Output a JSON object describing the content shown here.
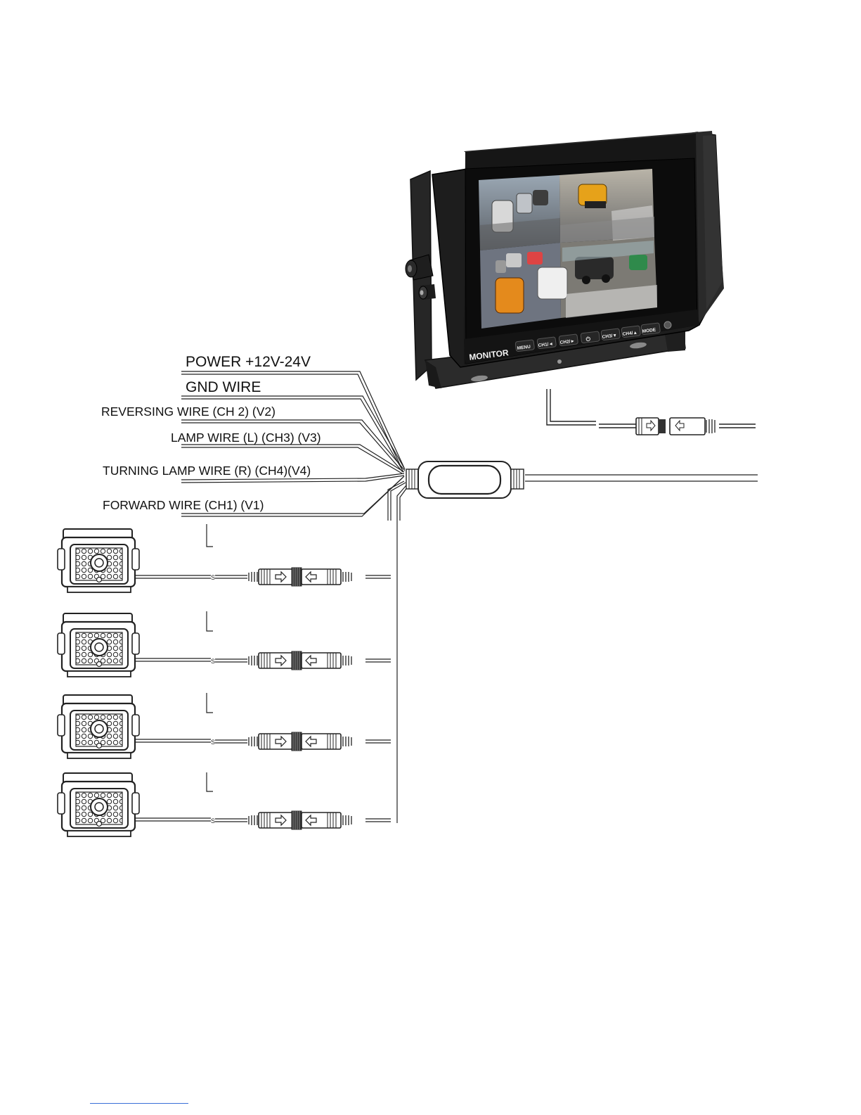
{
  "monitor": {
    "brand": "MONITOR",
    "buttons": [
      "MENU",
      "CH1/◄",
      "CH2/►",
      "⏻",
      "CH3/▼",
      "CH4/▲",
      "MODE"
    ]
  },
  "wires": [
    {
      "id": "power",
      "label": "POWER +12V-24V"
    },
    {
      "id": "gnd",
      "label": "GND WIRE"
    },
    {
      "id": "reversing",
      "label": "REVERSING WIRE (CH  2) (V2)"
    },
    {
      "id": "lamp-left",
      "label": "LAMP WIRE (L) (CH3) (V3)"
    },
    {
      "id": "turning-lamp",
      "label": "TURNING LAMP WIRE (R) (CH4)(V4)"
    },
    {
      "id": "forward",
      "label": "FORWARD WIRE  (CH1) (V1)"
    }
  ],
  "colors": {
    "line": "#222222",
    "monitor_body": "#1d1d1d",
    "screen_frame": "#0c0c0c",
    "footer_rule": "#3a6fd8"
  },
  "icons": {
    "camera": "camera-icon",
    "connector": "aviation-connector-icon"
  }
}
